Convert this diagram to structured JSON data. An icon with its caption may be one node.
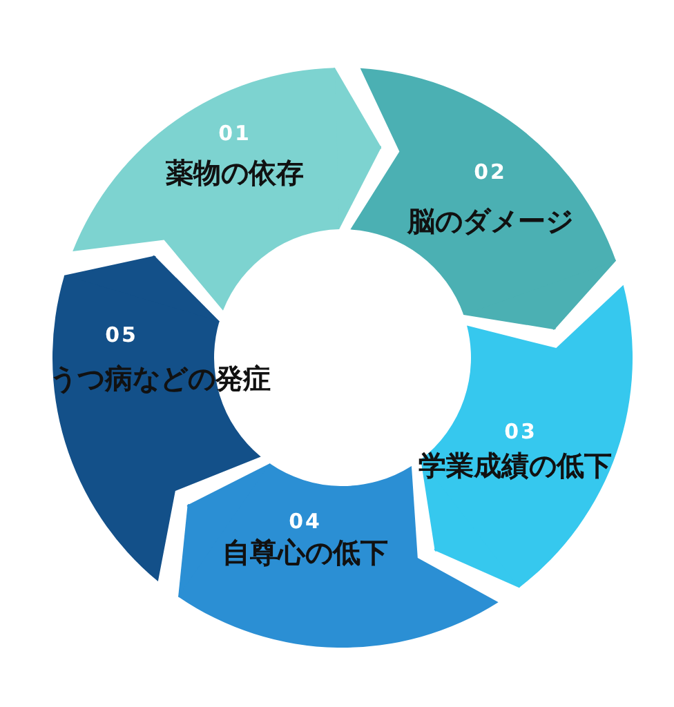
{
  "diagram": {
    "nodes": [
      {
        "text": [
          "01",
          "薬物の依存"
        ]
      },
      {
        "text": [
          "02",
          "脳のダメージ"
        ]
      },
      {
        "text": [
          "03",
          "学業成績の低下"
        ]
      },
      {
        "text": [
          "04",
          "自尊心の低下"
        ]
      },
      {
        "text": [
          "05",
          "うつ病などの発症"
        ]
      }
    ],
    "edges": [
      {
        "from": 0,
        "to": 1,
        "arrow": "to",
        "color": "#7dd3d0"
      },
      {
        "from": 1,
        "to": 2,
        "arrow": "to",
        "color": "#4bb0b3"
      },
      {
        "from": 2,
        "to": 3,
        "arrow": "to",
        "color": "#36c8ee"
      },
      {
        "from": 3,
        "to": 4,
        "arrow": "to",
        "color": "#2b8fd4"
      },
      {
        "from": 4,
        "to": 0,
        "arrow": "to",
        "color": "#135089"
      }
    ]
  }
}
